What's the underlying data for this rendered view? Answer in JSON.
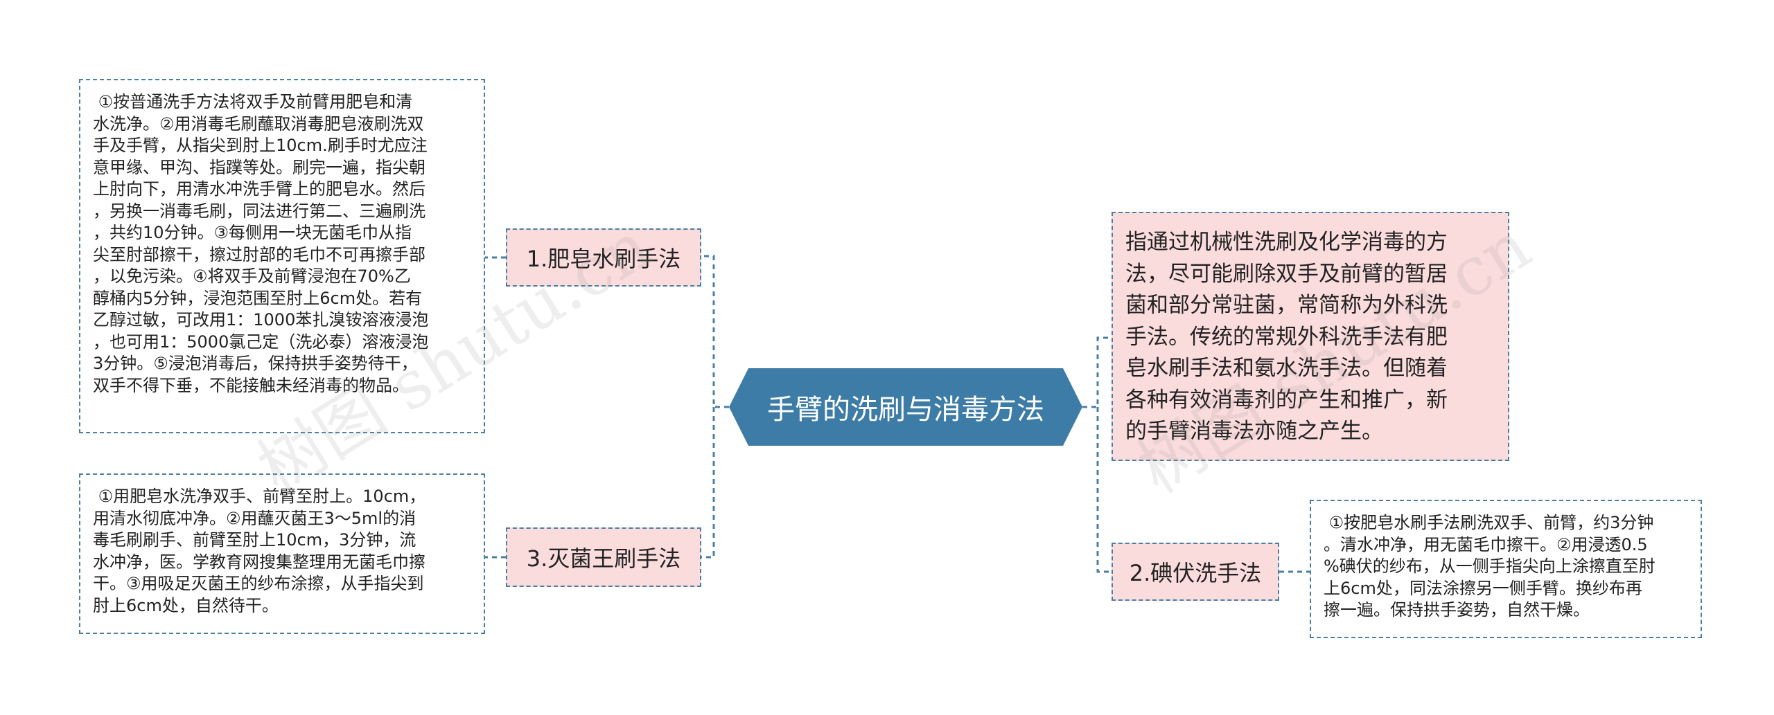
{
  "root": {
    "title": "手臂的洗刷与消毒方法"
  },
  "branches": {
    "soap": {
      "label": "1.肥皂水刷手法"
    },
    "miejunwang": {
      "label": "3.灭菌王刷手法"
    },
    "iodophor": {
      "label": "2.碘伏洗手法"
    }
  },
  "leaves": {
    "soap_text": " ①按普通洗手方法将双手及前臂用肥皂和清\n水洗净。②用消毒毛刷蘸取消毒肥皂液刷洗双\n手及手臂，从指尖到肘上10cm.刷手时尤应注\n意甲缘、甲沟、指蹼等处。刷完一遍，指尖朝\n上肘向下，用清水冲洗手臂上的肥皂水。然后\n，另换一消毒毛刷，同法进行第二、三遍刷洗\n，共约10分钟。③每侧用一块无菌毛巾从指\n尖至肘部擦干，擦过肘部的毛巾不可再擦手部\n，以免污染。④将双手及前臂浸泡在70%乙\n醇桶内5分钟，浸泡范围至肘上6cm处。若有\n乙醇过敏，可改用1：1000苯扎溴铵溶液浸泡\n，也可用1：5000氯己定（洗必泰）溶液浸泡\n3分钟。⑤浸泡消毒后，保持拱手姿势待干，\n双手不得下垂，不能接触未经消毒的物品。",
    "miejunwang_text": " ①用肥皂水洗净双手、前臂至肘上。10cm，\n用清水彻底冲净。②用蘸灭菌王3～5ml的消\n毒毛刷刷手、前臂至肘上10cm，3分钟，流\n水冲净，医。学教育网搜集整理用无菌毛巾擦\n干。③用吸足灭菌王的纱布涂擦，从手指尖到\n肘上6cm处，自然待干。",
    "iodophor_text": " ①按肥皂水刷手法刷洗双手、前臂，约3分钟\n。清水冲净，用无菌毛巾擦干。②用浸透0.5\n%碘伏的纱布，从一侧手指尖向上涂擦直至肘\n上6cm处，同法涂擦另一侧手臂。换纱布再\n擦一遍。保持拱手姿势，自然干燥。",
    "definition_text": "指通过机械性洗刷及化学消毒的方\n法，尽可能刷除双手及前臂的暂居\n菌和部分常驻菌，常简称为外科洗\n手法。传统的常规外科洗手法有肥\n皂水刷手法和氨水洗手法。但随着\n各种有效消毒剂的产生和推广，新\n的手臂消毒法亦随之产生。"
  },
  "watermark": {
    "left": "树图 shutu.cn",
    "right": "树图 shutu.cn"
  },
  "colors": {
    "root": "#3d7ca6",
    "node": "#fbdcdd",
    "line": "#4a7fa3"
  }
}
